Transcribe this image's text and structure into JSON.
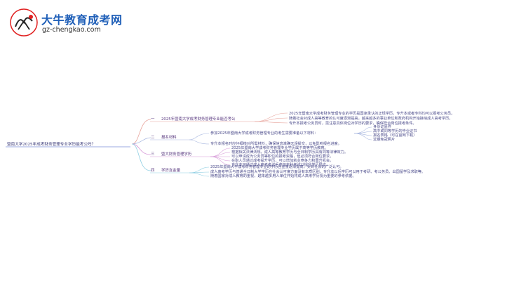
{
  "logo": {
    "title": "大牛教育成考网",
    "url": "gz-chengkao.com"
  },
  "root": "暨南大学2025年成考财务管理专业学历能考公吗？",
  "branches": [
    {
      "num": "一",
      "label": "2025年暨南大学成考财务管理专业能否考公",
      "color": "#e8a49c",
      "children": [
        "2025年暨南大学成考财务管理专业的学历是国家承认的正规学历，专升本或者专科均可以报考公务员。",
        "随着社会对成人高等教育的认可度逐渐提高，越来越多的事业单位和政府机构开始接纳成人高考学历。",
        "专升本报考公务员时，需注意具体岗位对学历的要求，确保符合岗位报考条件。"
      ]
    },
    {
      "num": "二",
      "label": "报名材料",
      "color": "#a9b8e0",
      "children": [
        "参加2025年暨南大学成考财务管理专业的考生需要准备以下材料：",
        "专升本报名时应仔细核对所需材料，确保信息准确无误提交，以免影响报名进度。"
      ],
      "sub": [
        "身份证原件",
        "高中或同等学历的毕业证书",
        "报名表格（可在官网下载）",
        "近期免冠照片"
      ]
    },
    {
      "num": "三",
      "label": "暨大财务管理学历",
      "color": "#d79ad8",
      "children": [
        "2025年暨南大学成考财务管理专业学历属于高等学历教育。",
        "根据相关法律法规，成人高等教育学历与全日制学历具有同等法律效力。",
        "可以申请成为公务员等职位的报考资格，但必须符合岗位要求。",
        "在职人员通过成考提升学历，可以增加就业竞争力和晋升机会。",
        "专升本可通过成人高考考试后参加本科考试以提升学历层次。"
      ]
    },
    {
      "num": "四",
      "label": "学历含金量",
      "color": "#8fcfe3",
      "children": [
        "2025年暨南大学成考财务管理专业的学历含金量逐渐提高，受到社会的广泛认可。",
        "成人高考学历与普通全日制大学学历在社会认可度方面没有本质区别，专升本以后学历可以用于考研、考公务员、出国留学及求职等。",
        "随着国家对成人教育的重视，越来越多用人单位开始将成人高考学历视为重要的参考依据。"
      ]
    }
  ]
}
